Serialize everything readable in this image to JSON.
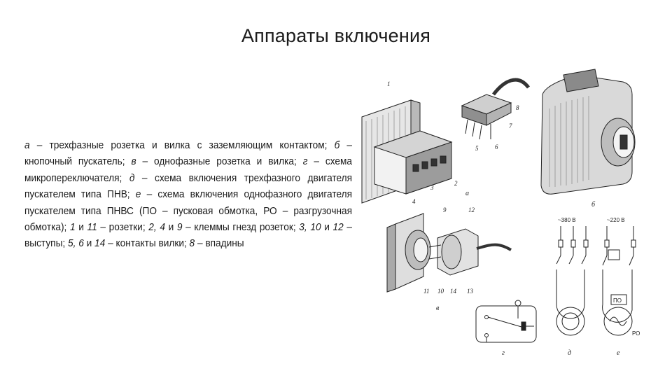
{
  "slide": {
    "title": "Аппараты включения"
  },
  "caption": {
    "segments": [
      {
        "text": "а",
        "italic": true
      },
      {
        "text": " – трехфазные розетка и вилка с заземляющим контактом; ",
        "italic": false
      },
      {
        "text": "б",
        "italic": true
      },
      {
        "text": " – кнопочный пускатель; ",
        "italic": false
      },
      {
        "text": "в",
        "italic": true
      },
      {
        "text": " – однофазные розетка и вилка; ",
        "italic": false
      },
      {
        "text": "г",
        "italic": true
      },
      {
        "text": " – схема микропереключателя; ",
        "italic": false
      },
      {
        "text": "д",
        "italic": true
      },
      {
        "text": " – схема включения трехфазного двигателя пускателем типа ПНВ; ",
        "italic": false
      },
      {
        "text": "е",
        "italic": true
      },
      {
        "text": " – схема включения однофазного двигателя пускателем типа ПНВС (ПО – пусковая обмотка, РО – разгрузочная обмотка); ",
        "italic": false
      },
      {
        "text": "1",
        "italic": true
      },
      {
        "text": " и ",
        "italic": false
      },
      {
        "text": "11",
        "italic": true
      },
      {
        "text": " – розетки; ",
        "italic": false
      },
      {
        "text": "2, 4",
        "italic": true
      },
      {
        "text": " и ",
        "italic": false
      },
      {
        "text": "9",
        "italic": true
      },
      {
        "text": " – клеммы гнезд розеток; ",
        "italic": false
      },
      {
        "text": "3, 10",
        "italic": true
      },
      {
        "text": " и ",
        "italic": false
      },
      {
        "text": "12",
        "italic": true
      },
      {
        "text": " – выступы; ",
        "italic": false
      },
      {
        "text": "5, 6",
        "italic": true
      },
      {
        "text": " и ",
        "italic": false
      },
      {
        "text": "14",
        "italic": true
      },
      {
        "text": " – контакты вилки; ",
        "italic": false
      },
      {
        "text": "8",
        "italic": true
      },
      {
        "text": " – впадины",
        "italic": false
      }
    ]
  },
  "figure": {
    "panel_labels": {
      "a": "а",
      "b": "б",
      "v": "в",
      "g": "г",
      "d": "д",
      "e": "е"
    },
    "numbers": {
      "n1": "1",
      "n2": "2",
      "n3": "3",
      "n4": "4",
      "n5": "5",
      "n6": "6",
      "n7": "7",
      "n8": "8",
      "n9": "9",
      "n10": "10",
      "n11": "11",
      "n12": "12",
      "n13": "13",
      "n14": "14"
    },
    "voltage_380": "~380 В",
    "voltage_220": "~220 В",
    "winding_start": "ПО",
    "winding_relief": "РО"
  }
}
